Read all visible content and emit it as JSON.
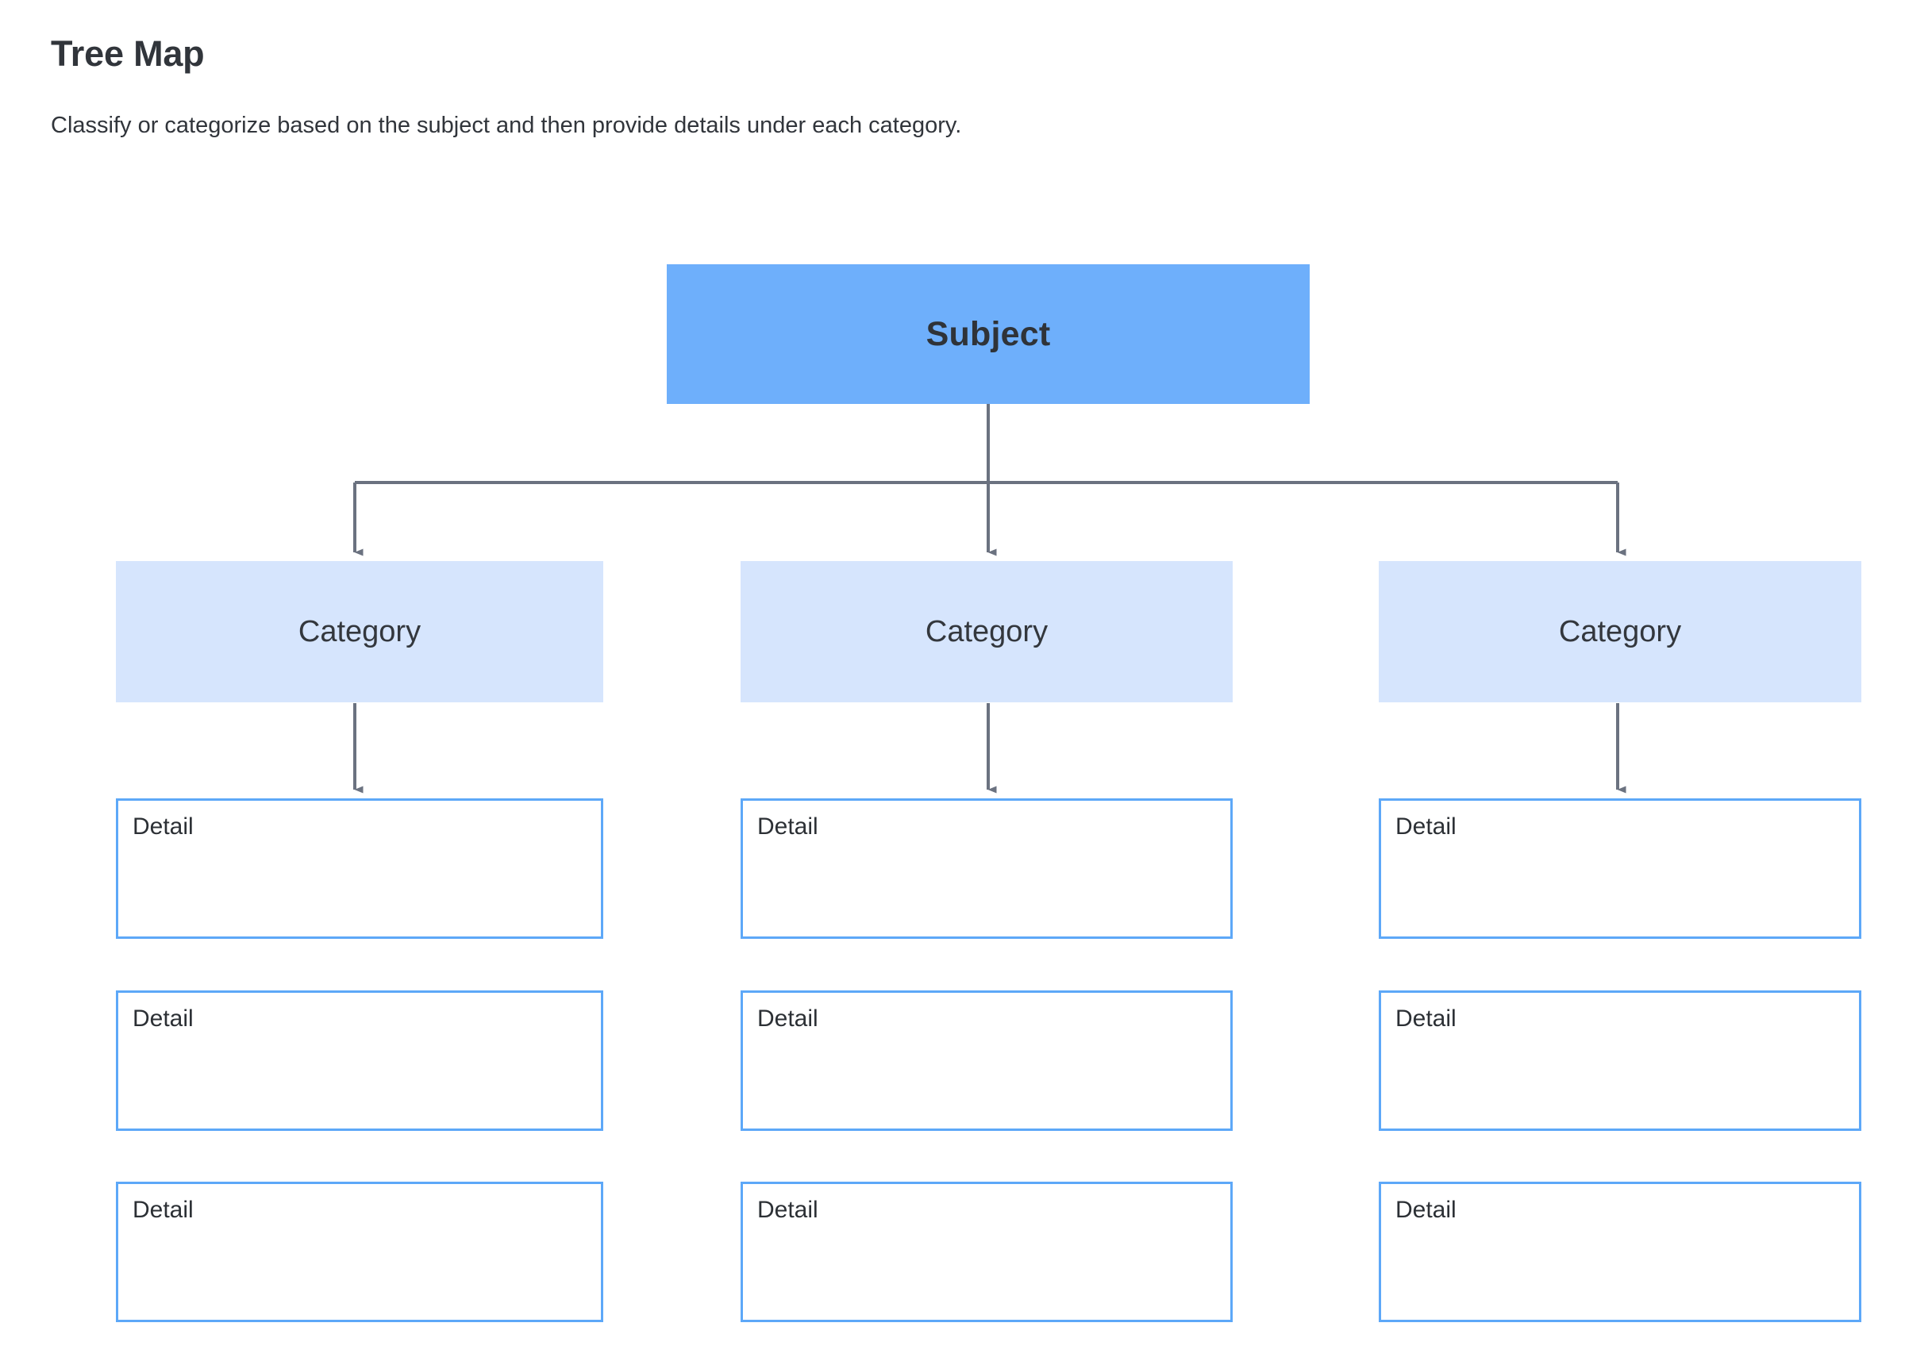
{
  "header": {
    "title": "Tree Map",
    "subtitle": "Classify or categorize based on the subject and then provide details under each category."
  },
  "colors": {
    "subject_fill": "#6EAFFB",
    "category_fill": "#D6E5FD",
    "detail_border": "#5DA8F8",
    "detail_fill": "#FFFFFF",
    "connector": "#6B7280",
    "text": "#31353B",
    "page_background": "#FFFFFF"
  },
  "diagram": {
    "type": "tree-map",
    "subject": {
      "label": "Subject"
    },
    "categories": [
      {
        "label": "Category",
        "details": [
          {
            "label": "Detail"
          },
          {
            "label": "Detail"
          },
          {
            "label": "Detail"
          }
        ]
      },
      {
        "label": "Category",
        "details": [
          {
            "label": "Detail"
          },
          {
            "label": "Detail"
          },
          {
            "label": "Detail"
          }
        ]
      },
      {
        "label": "Category",
        "details": [
          {
            "label": "Detail"
          },
          {
            "label": "Detail"
          },
          {
            "label": "Detail"
          }
        ]
      }
    ]
  }
}
